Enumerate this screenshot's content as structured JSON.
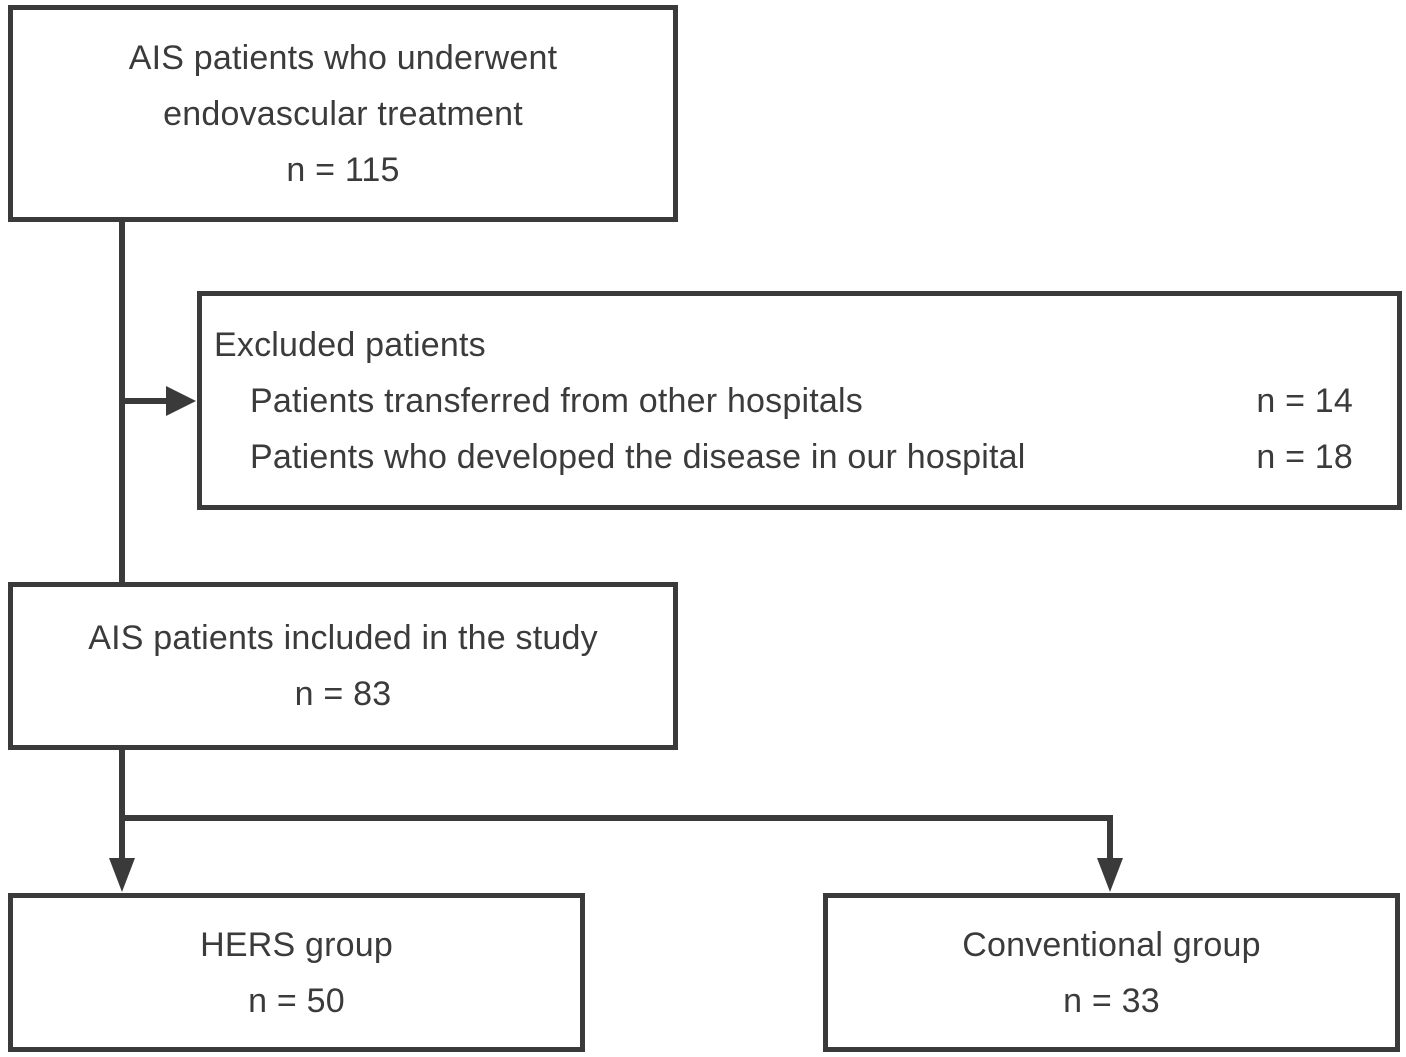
{
  "diagram": {
    "type": "patient-flow",
    "colors": {
      "line": "#3a3a3a",
      "text": "#3b3b3b",
      "background": "#ffffff"
    },
    "boxes": {
      "initial": {
        "line1": "AIS patients who underwent",
        "line2": "endovascular treatment",
        "count": "n = 115"
      },
      "excluded": {
        "title": "Excluded patients",
        "items": [
          {
            "label": "Patients transferred from other hospitals",
            "count": "n = 14"
          },
          {
            "label": "Patients who developed the disease in our hospital",
            "count": "n = 18"
          }
        ]
      },
      "included": {
        "line1": "AIS patients included in the study",
        "count": "n = 83"
      },
      "hers": {
        "line1": "HERS group",
        "count": "n = 50"
      },
      "conventional": {
        "line1": "Conventional group",
        "count": "n = 33"
      }
    }
  }
}
